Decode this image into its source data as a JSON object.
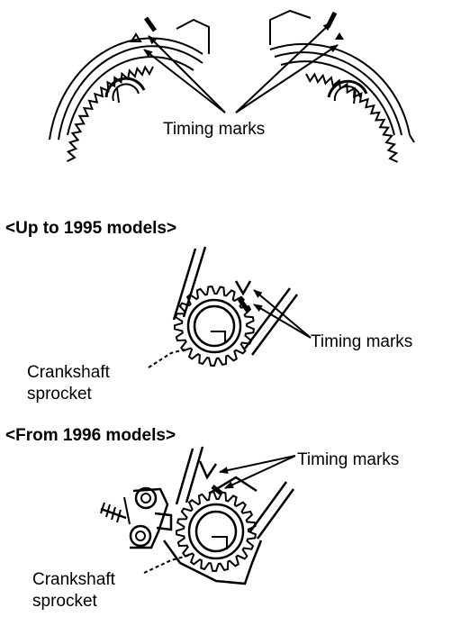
{
  "top_section": {
    "timing_marks_label": "Timing marks"
  },
  "section_1995": {
    "heading": "<Up to 1995 models>",
    "timing_marks_label": "Timing marks",
    "crankshaft_label_line1": "Crankshaft",
    "crankshaft_label_line2": "sprocket"
  },
  "section_1996": {
    "heading": "<From 1996 models>",
    "timing_marks_label": "Timing marks",
    "crankshaft_label_line1": "Crankshaft",
    "crankshaft_label_line2": "sprocket"
  },
  "colors": {
    "ink": "#000000",
    "paper": "#ffffff"
  }
}
